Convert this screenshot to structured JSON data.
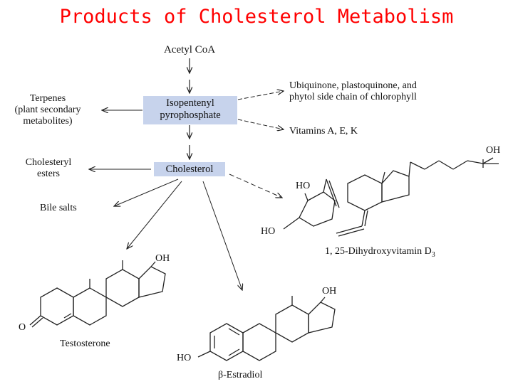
{
  "title": "Products of Cholesterol Metabolism",
  "colors": {
    "title": "#ff0000",
    "box": "#c7d3ec",
    "ink": "#111111"
  },
  "nodes": {
    "acetyl_coa": "Acetyl CoA",
    "isopentenyl": [
      "Isopentenyl",
      "pyrophosphate"
    ],
    "cholesterol": "Cholesterol",
    "terpenes": [
      "Terpenes",
      "(plant secondary",
      "metabolites)"
    ],
    "ubiquinone": [
      "Ubiquinone, plastoquinone, and",
      "phytol side chain of chlorophyll"
    ],
    "vitamins": "Vitamins A, E, K",
    "cholesteryl_esters": [
      "Cholesteryl",
      "esters"
    ],
    "bile_salts": "Bile salts"
  },
  "molecules": {
    "testosterone": {
      "name": "Testosterone",
      "groups": {
        "oh": "OH",
        "o": "O"
      }
    },
    "estradiol": {
      "name": "β-Estradiol",
      "groups": {
        "oh_top": "OH",
        "ho": "HO"
      }
    },
    "vitamin_d": {
      "name": "1, 25-Dihydroxyvitamin D",
      "sub": "3",
      "groups": {
        "oh": "OH",
        "ho_upper": "HO",
        "ho_lower": "HO"
      }
    }
  }
}
